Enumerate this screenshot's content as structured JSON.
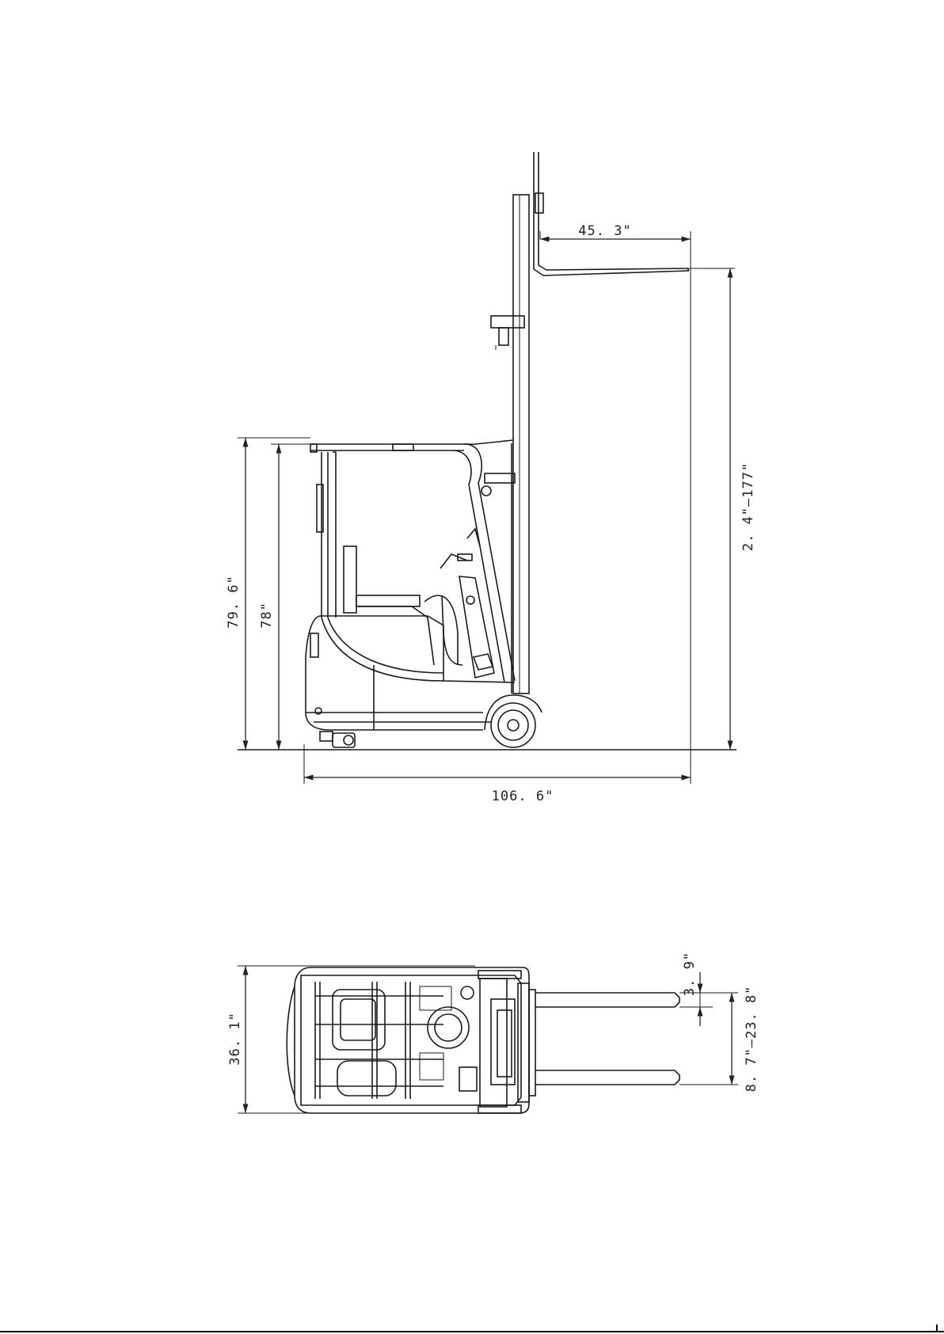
{
  "dimensions": {
    "fork_length": "45. 3\"",
    "lift_height": "2. 4\"–177\"",
    "overall_height_overhead_guard": "79. 6\"",
    "seat_height": "78\"",
    "overall_length": "106. 6\"",
    "overall_width": "36. 1\"",
    "fork_width": "3. 9\"",
    "fork_spread": "8. 7\"–23. 8\""
  },
  "colors": {
    "line": "#1a1a1a",
    "background": "#ffffff"
  }
}
